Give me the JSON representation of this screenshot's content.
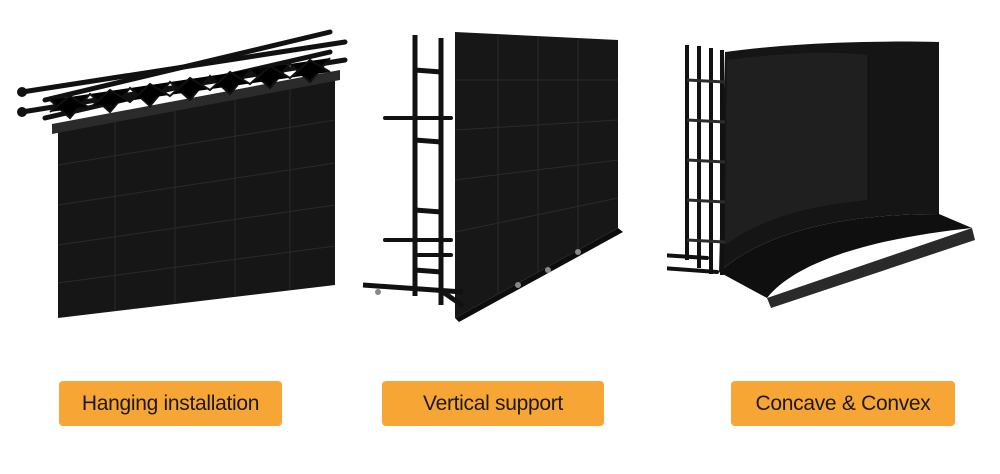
{
  "accent_color": "#f7a535",
  "items": [
    {
      "label": "Hanging installation",
      "illustration": "truss-hanging-led-wall"
    },
    {
      "label": "Vertical support",
      "illustration": "ground-stack-led-wall"
    },
    {
      "label": "Concave & Convex",
      "illustration": "curved-led-wall"
    }
  ]
}
